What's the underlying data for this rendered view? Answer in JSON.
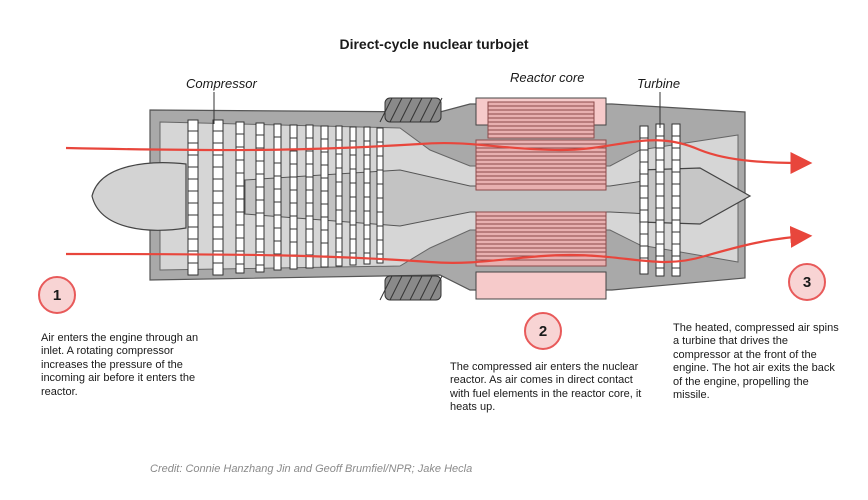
{
  "title": "Direct-cycle nuclear turbojet",
  "labels": {
    "compressor": "Compressor",
    "reactor_core": "Reactor core",
    "turbine": "Turbine"
  },
  "steps": [
    {
      "number": "1",
      "text": "Air enters the engine through an inlet. A rotating compressor increases the pressure of the incoming air before it enters the reactor."
    },
    {
      "number": "2",
      "text": "The compressed air enters the nuclear reactor. As air comes in direct contact with fuel elements in the reactor core, it heats up."
    },
    {
      "number": "3",
      "text": "The heated, compressed air spins a turbine that drives the compressor at the front of the engine. The hot air exits the back of the engine, propelling the missile."
    }
  ],
  "credit": "Credit: Connie Hanzhang Jin and Geoff Brumfiel/NPR; Jake Hecla",
  "colors": {
    "airflow": "#e8463c",
    "reactor_fill": "#f6caca",
    "engine_body": "#a9a9a9",
    "interior": "#d6d6d6",
    "badge_fill": "#f8d4d4",
    "badge_border": "#e85a5a"
  }
}
